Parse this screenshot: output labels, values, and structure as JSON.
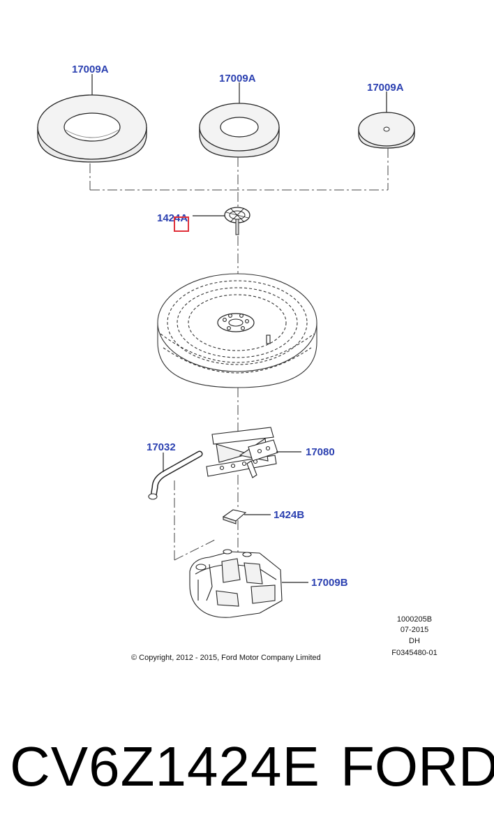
{
  "diagram": {
    "callouts": {
      "trim_ring_large": "17009A",
      "trim_ring_medium": "17009A",
      "trim_disc_small": "17009A",
      "retainer_bolt": "1424A",
      "jack_handle": "17032",
      "jack": "17080",
      "bracket": "1424B",
      "tool_tray": "17009B"
    },
    "meta": {
      "code": "1000205B",
      "date": "07-2015",
      "initials": "DH",
      "figure_id": "F0345480-01",
      "copyright": "© Copyright, 2012 - 2015, Ford Motor Company Limited"
    },
    "highlight_color": "#e0303a",
    "callout_color": "#2a3fb0"
  },
  "footer": {
    "part_number": "CV6Z1424E",
    "brand": "FORD"
  }
}
